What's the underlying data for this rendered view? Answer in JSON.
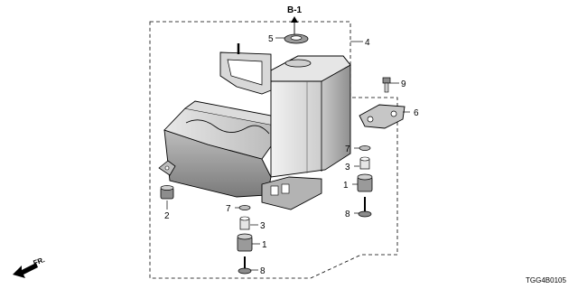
{
  "diagram": {
    "reference_label": "B-1",
    "direction_label": "FR.",
    "diagram_code": "TGG4B0105",
    "callouts": {
      "c1a": "1",
      "c1b": "1",
      "c2": "2",
      "c3a": "3",
      "c3b": "3",
      "c4": "4",
      "c5": "5",
      "c6": "6",
      "c7a": "7",
      "c7b": "7",
      "c8a": "8",
      "c8b": "8",
      "c9": "9"
    }
  }
}
